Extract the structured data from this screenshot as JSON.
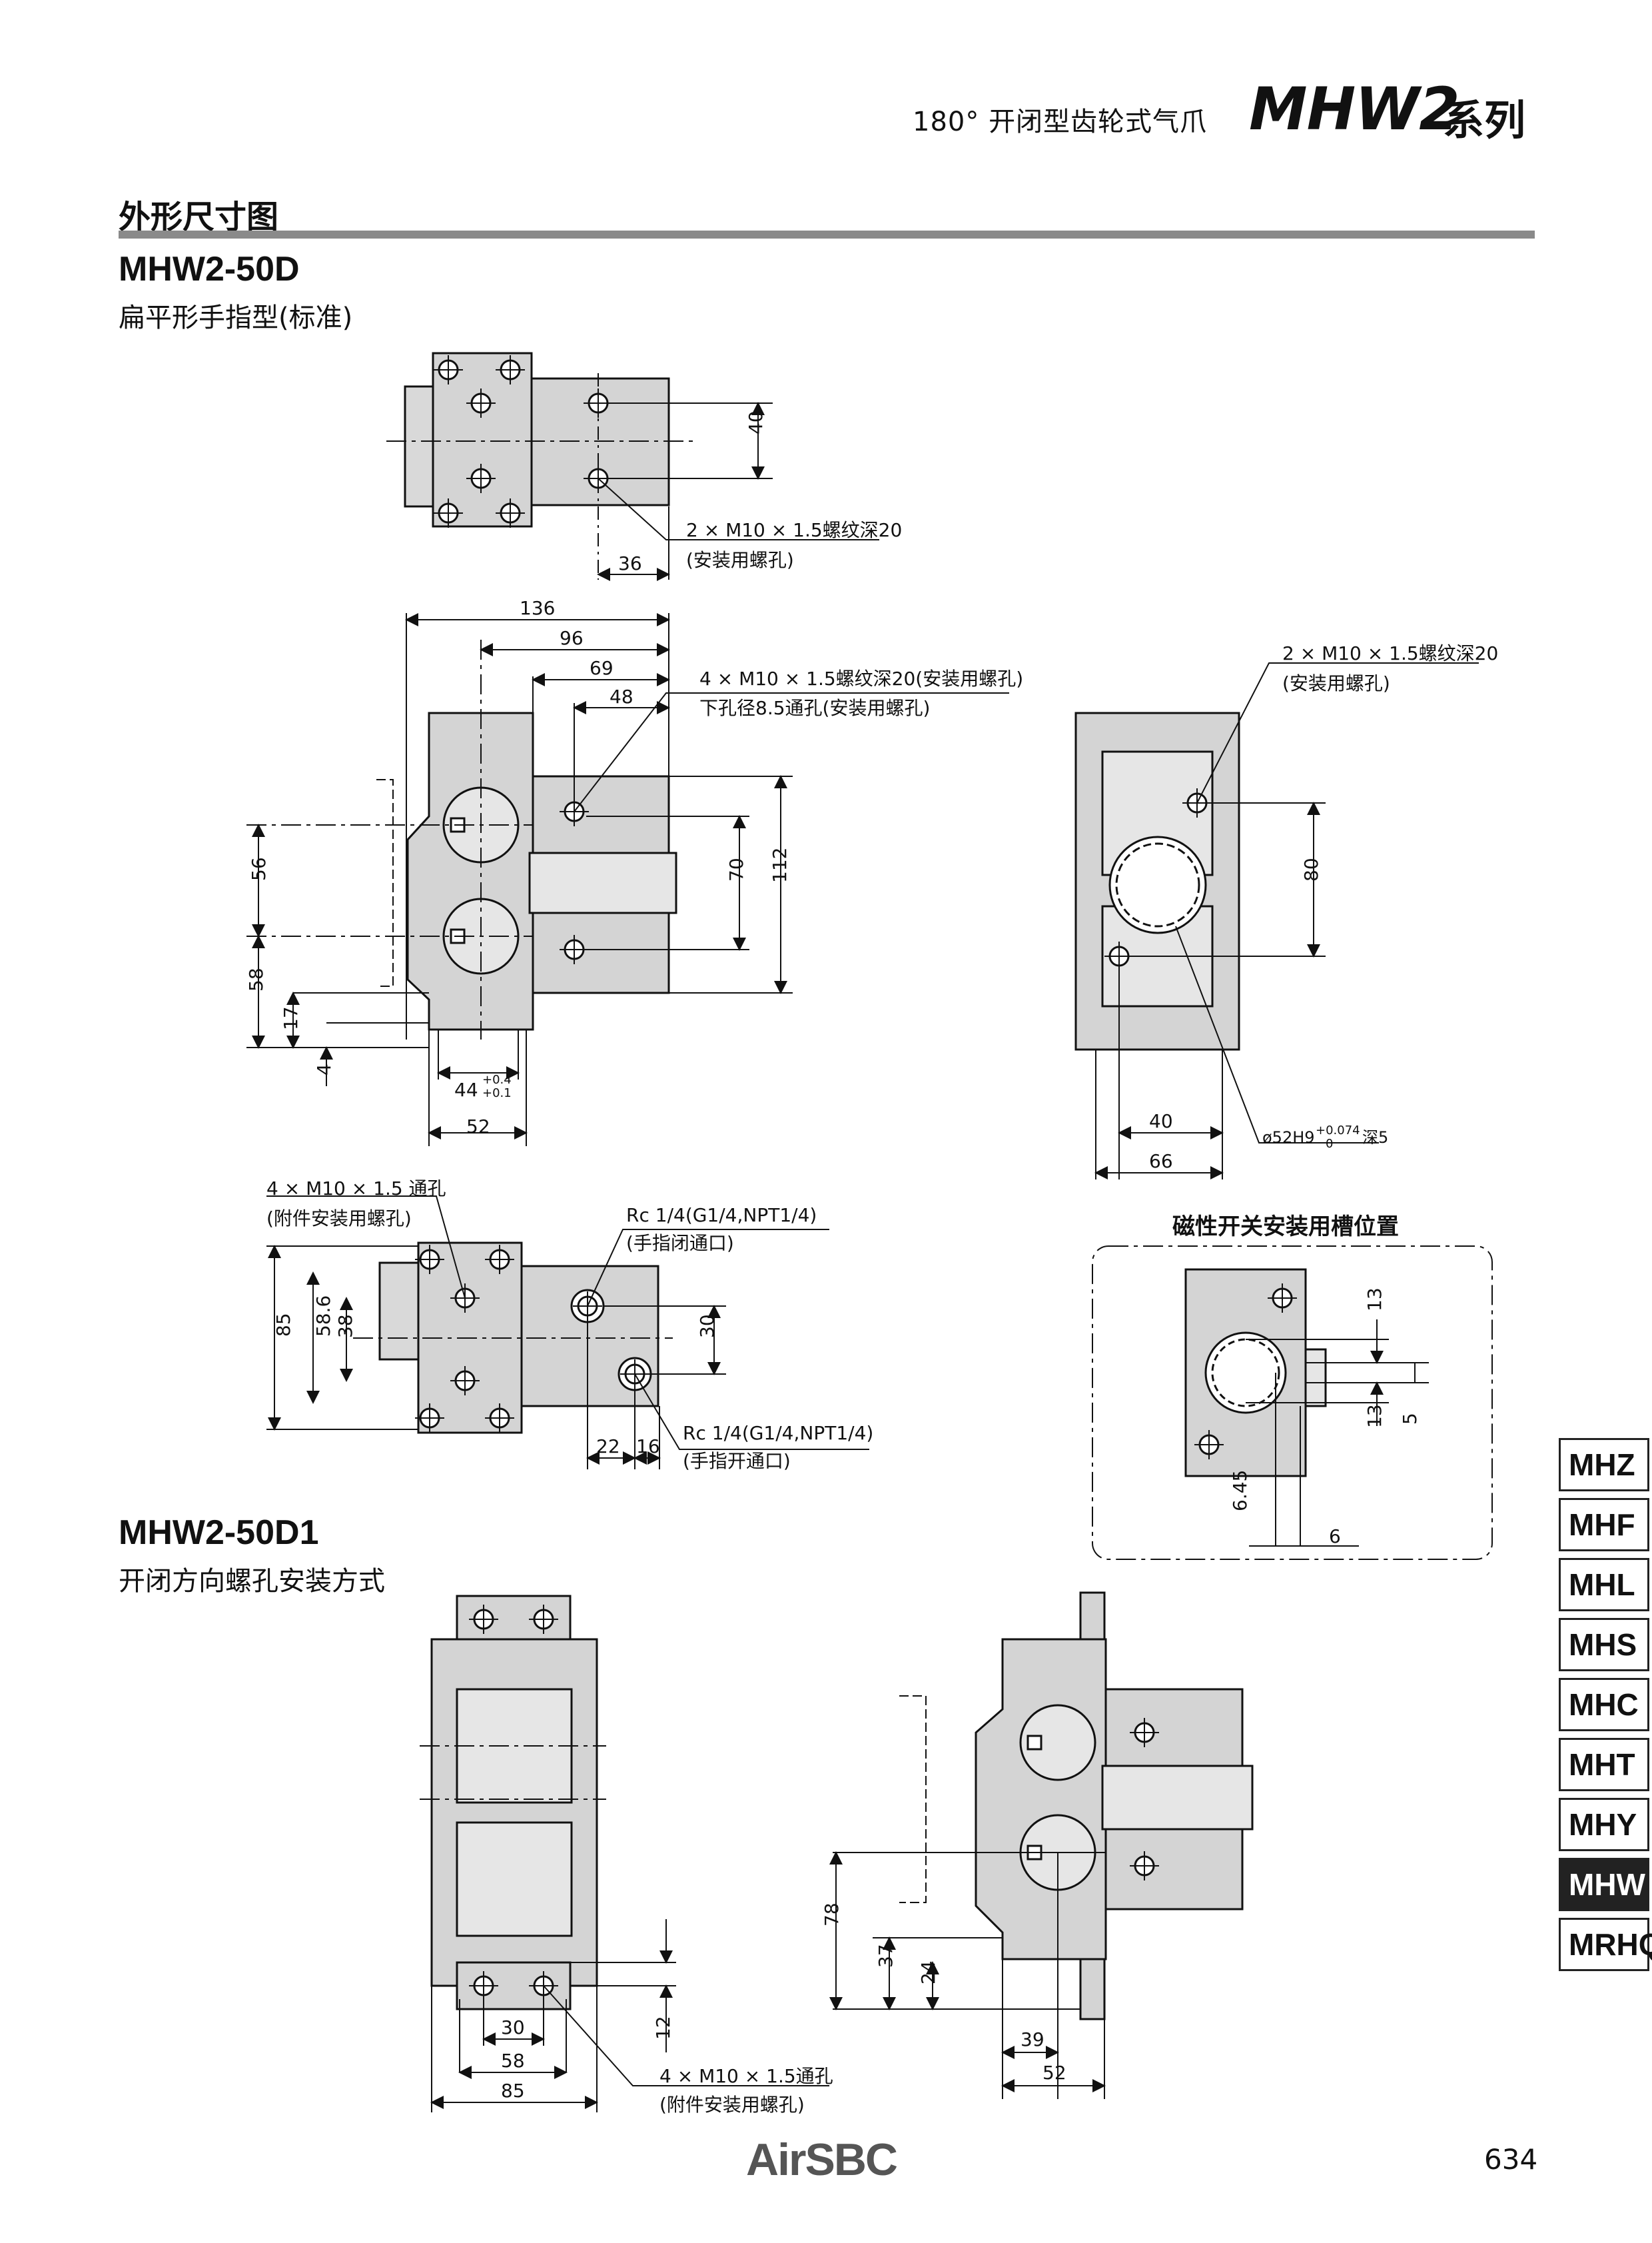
{
  "header": {
    "subtitle": "180°  开闭型齿轮式气爪",
    "series": "MHW2",
    "series_suffix": "系列"
  },
  "section": {
    "title": "外形尺寸图"
  },
  "model1": {
    "name": "MHW2-50D",
    "subtitle": "扁平形手指型(标准)"
  },
  "model2": {
    "name": "MHW2-50D1",
    "subtitle": "开闭方向螺孔安装方式"
  },
  "labels": {
    "tap_top_1": "2 × M10 × 1.5螺纹深20",
    "tap_top_2": "(安装用螺孔)",
    "tap4_1": "4 × M10 × 1.5螺纹深20(安装用螺孔)",
    "tap4_2": "下孔径8.5通孔(安装用螺孔)",
    "tap_side_1": "2 × M10 × 1.5螺纹深20",
    "tap_side_2": "(安装用螺孔)",
    "bore_1": "ø52H9",
    "bore_tol_up": "+0.074",
    "bore_tol_lo": "0",
    "bore_2": "深5",
    "thru_1": "4 × M10 × 1.5  通孔",
    "thru_2": "(附件安装用螺孔)",
    "rc_close_1": "Rc 1/4(G1/4,NPT1/4)",
    "rc_close_2": "(手指闭通口)",
    "rc_open_1": "Rc 1/4(G1/4,NPT1/4)",
    "rc_open_2": "(手指开通口)",
    "switch_title": "磁性开关安装用槽位置",
    "thru_b_1": "4 × M10 × 1.5通孔",
    "thru_b_2": "(附件安装用螺孔)",
    "tol44_up": "+0.4",
    "tol44_lo": "+0.1"
  },
  "dims": {
    "d40": "40",
    "d36": "36",
    "d136": "136",
    "d96": "96",
    "d69": "69",
    "d48": "48",
    "d56": "56",
    "d58": "58",
    "d17": "17",
    "d4": "4",
    "d70": "70",
    "d112": "112",
    "d44": "44",
    "d52": "52",
    "d80": "80",
    "d40b": "40",
    "d66": "66",
    "d85": "85",
    "d58_6": "58.6",
    "d38": "38",
    "d30": "30",
    "d22": "22",
    "d16": "16",
    "d13a": "13",
    "d13b": "13",
    "d5": "5",
    "d6_45": "6.45",
    "d6": "6",
    "d30b": "30",
    "d58b": "58",
    "d85b": "85",
    "d12": "12",
    "d78": "78",
    "d37": "37",
    "d24": "24",
    "d39": "39",
    "d52b": "52"
  },
  "side_tabs": [
    "MHZ",
    "MHF",
    "MHL",
    "MHS",
    "MHC",
    "MHT",
    "MHY",
    "MHW",
    "MRHQ"
  ],
  "active_tab": "MHW",
  "footer": {
    "logo": "AirSBC",
    "page": "634"
  }
}
